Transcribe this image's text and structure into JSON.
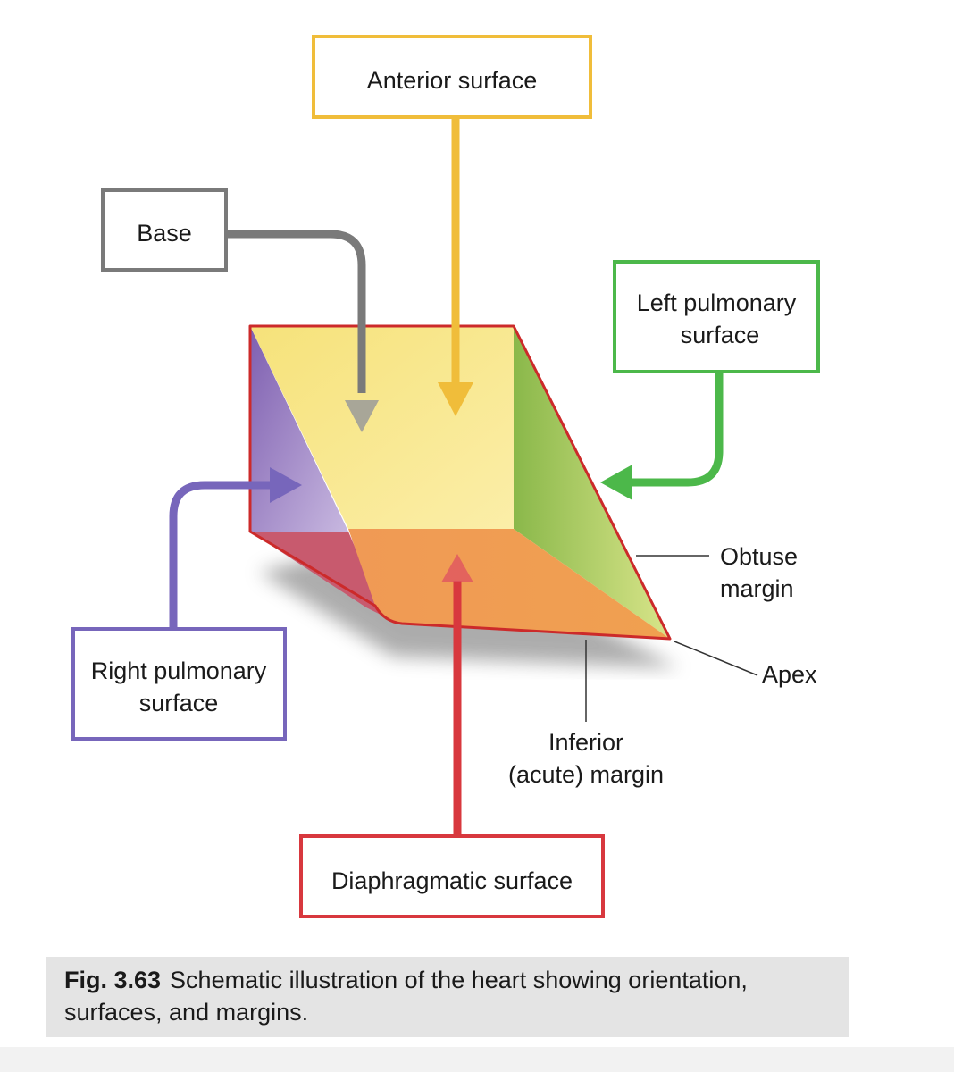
{
  "labels": {
    "anterior": "Anterior surface",
    "base": "Base",
    "left_pulmonary_1": "Left pulmonary",
    "left_pulmonary_2": "surface",
    "right_pulmonary_1": "Right pulmonary",
    "right_pulmonary_2": "surface",
    "diaphragmatic": "Diaphragmatic surface",
    "obtuse_1": "Obtuse",
    "obtuse_2": "margin",
    "apex": "Apex",
    "inferior_1": "Inferior",
    "inferior_2": "(acute) margin"
  },
  "caption": {
    "figure_number": "Fig. 3.63",
    "text_line1": "Schematic illustration of the heart showing orientation,",
    "text_line2": "surfaces, and margins."
  },
  "colors": {
    "anterior": "#f0bd3a",
    "base": "#7a7a7a",
    "left_pulmonary": "#4cb84a",
    "right_pulmonary": "#7766bb",
    "diaphragmatic": "#d8383e",
    "edge": "#cc2a2a"
  }
}
